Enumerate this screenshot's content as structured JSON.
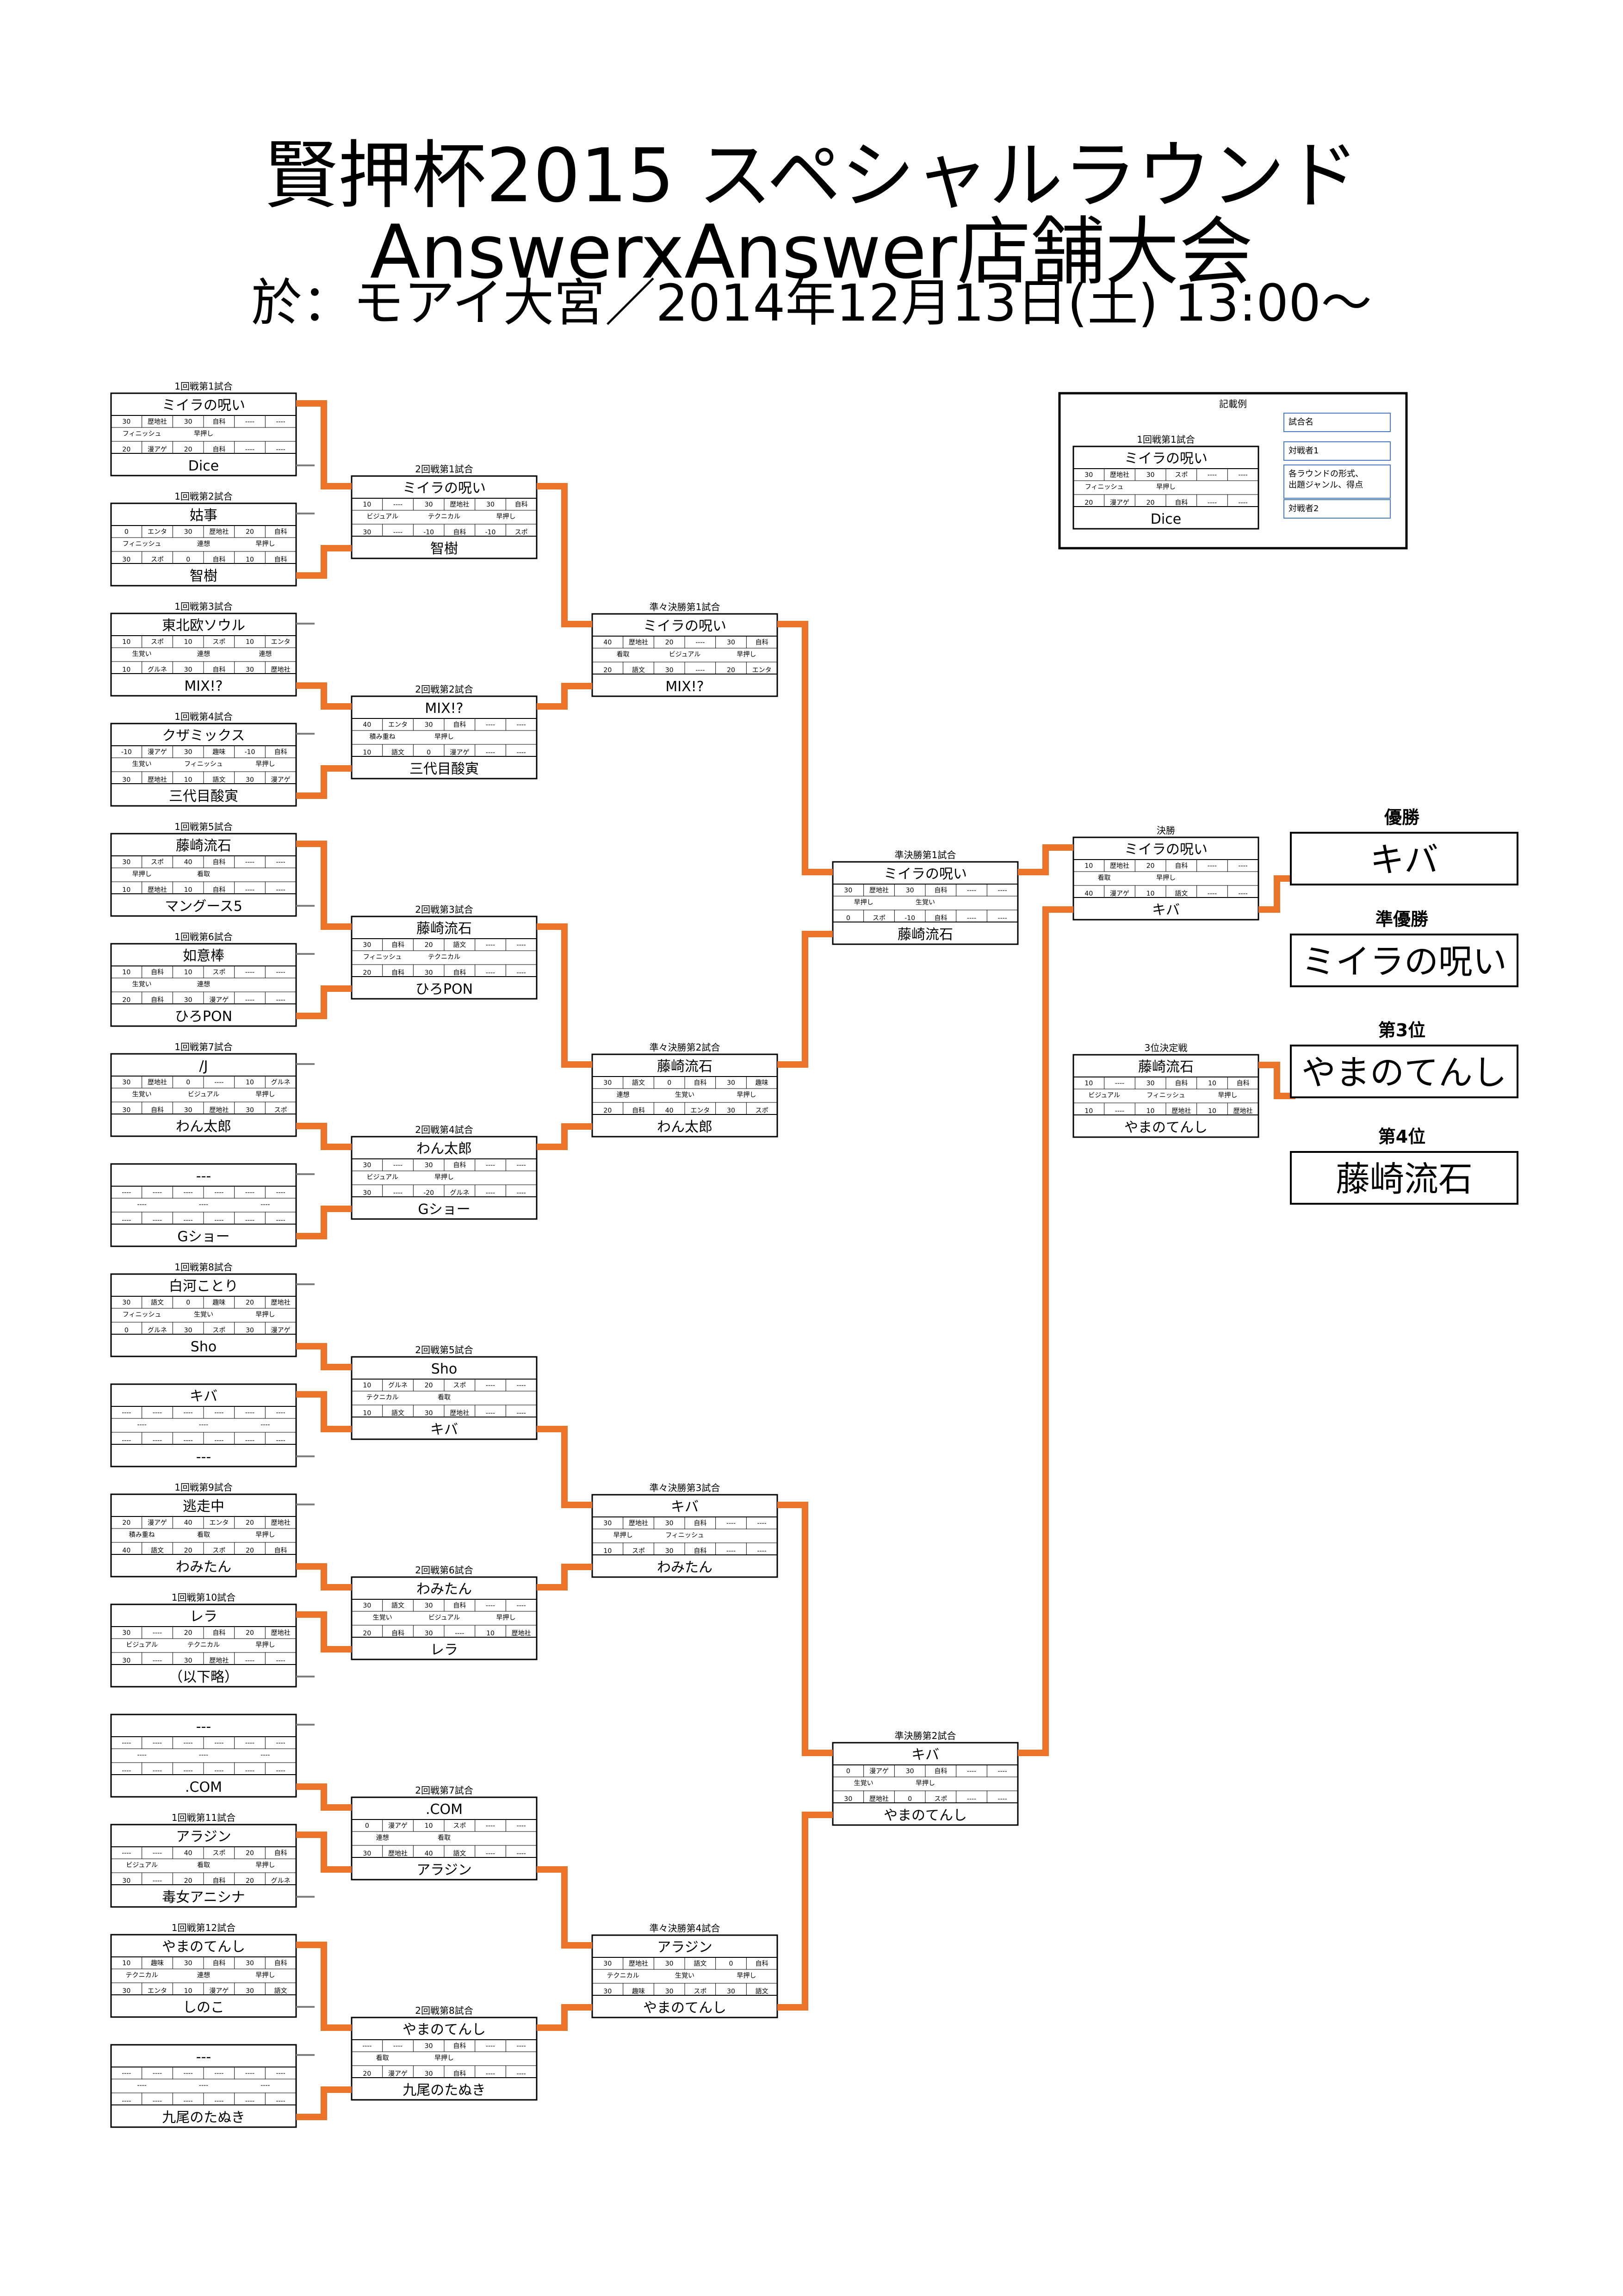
{
  "header": {
    "title_line1": "賢押杯2015 スペシャルラウンド",
    "title_line2": "AnswerxAnswer店舗大会",
    "title_line3": "於：モアイ大宮／2014年12月13日(土) 13:00〜"
  },
  "colors": {
    "winner_line": "#ec7429",
    "loser_line": "#7f7f7f",
    "box_border": "#000000"
  },
  "round1": [
    {
      "label": "1回戦第1試合",
      "top": "ミイラの呪い",
      "bottom": "Dice",
      "winner": 0,
      "r1": [
        "30",
        "歴地社",
        "30",
        "自科",
        "----",
        "----"
      ],
      "r2": [
        "フィニッシュ",
        "",
        "早押し",
        "",
        ""
      ],
      "r3": [
        "20",
        "漫アゲ",
        "20",
        "自科",
        "----",
        "----"
      ]
    },
    {
      "label": "1回戦第2試合",
      "top": "姑事",
      "bottom": "智樹",
      "winner": 1,
      "r1": [
        "0",
        "エンタ",
        "30",
        "歴地社",
        "20",
        "自科"
      ],
      "r2": [
        "フィニッシュ",
        "",
        "連想",
        "",
        "早押し"
      ],
      "r3": [
        "30",
        "スポ",
        "0",
        "自科",
        "10",
        "自科"
      ]
    },
    {
      "label": "1回戦第3試合",
      "top": "東北欧ソウル",
      "bottom": "MIX!?",
      "winner": 1,
      "r1": [
        "10",
        "スポ",
        "10",
        "スポ",
        "10",
        "エンタ"
      ],
      "r2": [
        "生覚い",
        "",
        "連想",
        "",
        "連想"
      ],
      "r3": [
        "10",
        "グルネ",
        "30",
        "自科",
        "30",
        "歴地社"
      ]
    },
    {
      "label": "1回戦第4試合",
      "top": "クザミックス",
      "bottom": "三代目酸寅",
      "winner": 1,
      "r1": [
        "-10",
        "漫アゲ",
        "30",
        "趣味",
        "-10",
        "自科"
      ],
      "r2": [
        "生覚い",
        "",
        "フィニッシュ",
        "",
        "早押し"
      ],
      "r3": [
        "30",
        "歴地社",
        "10",
        "語文",
        "30",
        "漫アゲ"
      ]
    },
    {
      "label": "1回戦第5試合",
      "top": "藤崎流石",
      "bottom": "マングース5",
      "winner": 0,
      "r1": [
        "30",
        "スポ",
        "40",
        "自科",
        "----",
        "----"
      ],
      "r2": [
        "早押し",
        "",
        "看取",
        "",
        ""
      ],
      "r3": [
        "10",
        "歴地社",
        "10",
        "自科",
        "----",
        "----"
      ]
    },
    {
      "label": "1回戦第6試合",
      "top": "如意棒",
      "bottom": "ひろPON",
      "winner": 1,
      "r1": [
        "10",
        "自科",
        "10",
        "スポ",
        "----",
        "----"
      ],
      "r2": [
        "生覚い",
        "",
        "連想",
        "",
        ""
      ],
      "r3": [
        "20",
        "自科",
        "30",
        "漫アゲ",
        "----",
        "----"
      ]
    },
    {
      "label": "1回戦第7試合",
      "top": "/J",
      "bottom": "わん太郎",
      "winner": 1,
      "r1": [
        "30",
        "歴地社",
        "0",
        "----",
        "10",
        "グルネ"
      ],
      "r2": [
        "生覚い",
        "",
        "ビジュアル",
        "",
        "早押し"
      ],
      "r3": [
        "30",
        "自科",
        "30",
        "歴地社",
        "30",
        "スポ"
      ]
    },
    {
      "label": "",
      "top": "---",
      "bottom": "Gショー",
      "winner": 1,
      "r1": [
        "----",
        "----",
        "----",
        "----",
        "----",
        "----"
      ],
      "r2": [
        "----",
        "",
        "----",
        "",
        "----"
      ],
      "r3": [
        "----",
        "----",
        "----",
        "----",
        "----",
        "----"
      ]
    },
    {
      "label": "1回戦第8試合",
      "top": "白河ことり",
      "bottom": "Sho",
      "winner": 1,
      "r1": [
        "30",
        "語文",
        "0",
        "趣味",
        "20",
        "歴地社"
      ],
      "r2": [
        "フィニッシュ",
        "",
        "生覚い",
        "",
        "早押し"
      ],
      "r3": [
        "0",
        "グルネ",
        "30",
        "スポ",
        "30",
        "漫アゲ"
      ]
    },
    {
      "label": "",
      "top": "キバ",
      "bottom": "---",
      "winner": 0,
      "r1": [
        "----",
        "----",
        "----",
        "----",
        "----",
        "----"
      ],
      "r2": [
        "----",
        "",
        "----",
        "",
        "----"
      ],
      "r3": [
        "----",
        "----",
        "----",
        "----",
        "----",
        "----"
      ]
    },
    {
      "label": "1回戦第9試合",
      "top": "逃走中",
      "bottom": "わみたん",
      "winner": 1,
      "r1": [
        "20",
        "漫アゲ",
        "40",
        "エンタ",
        "20",
        "歴地社"
      ],
      "r2": [
        "積み重ね",
        "",
        "看取",
        "",
        "早押し"
      ],
      "r3": [
        "40",
        "語文",
        "20",
        "スポ",
        "20",
        "自科"
      ]
    },
    {
      "label": "1回戦第10試合",
      "top": "レラ",
      "bottom": "（以下略）",
      "winner": 0,
      "r1": [
        "30",
        "----",
        "20",
        "自科",
        "20",
        "歴地社"
      ],
      "r2": [
        "ビジュアル",
        "",
        "テクニカル",
        "",
        "早押し"
      ],
      "r3": [
        "30",
        "----",
        "30",
        "歴地社",
        "----",
        "----"
      ]
    },
    {
      "label": "",
      "top": "---",
      "bottom": ".COM",
      "winner": 1,
      "r1": [
        "----",
        "----",
        "----",
        "----",
        "----",
        "----"
      ],
      "r2": [
        "----",
        "",
        "----",
        "",
        "----"
      ],
      "r3": [
        "----",
        "----",
        "----",
        "----",
        "----",
        "----"
      ]
    },
    {
      "label": "1回戦第11試合",
      "top": "アラジン",
      "bottom": "毒女アニシナ",
      "winner": 0,
      "r1": [
        "----",
        "----",
        "40",
        "スポ",
        "20",
        "自科"
      ],
      "r2": [
        "ビジュアル",
        "",
        "看取",
        "",
        "早押し"
      ],
      "r3": [
        "30",
        "----",
        "20",
        "自科",
        "20",
        "グルネ"
      ]
    },
    {
      "label": "1回戦第12試合",
      "top": "やまのてんし",
      "bottom": "しのこ",
      "winner": 0,
      "r1": [
        "10",
        "趣味",
        "30",
        "自科",
        "30",
        "自科"
      ],
      "r2": [
        "テクニカル",
        "",
        "連想",
        "",
        "早押し"
      ],
      "r3": [
        "30",
        "エンタ",
        "10",
        "漫アゲ",
        "30",
        "語文"
      ]
    },
    {
      "label": "",
      "top": "---",
      "bottom": "九尾のたぬき",
      "winner": 1,
      "r1": [
        "----",
        "----",
        "----",
        "----",
        "----",
        "----"
      ],
      "r2": [
        "----",
        "",
        "----",
        "",
        "----"
      ],
      "r3": [
        "----",
        "----",
        "----",
        "----",
        "----",
        "----"
      ]
    }
  ],
  "round2": [
    {
      "label": "2回戦第1試合",
      "top": "ミイラの呪い",
      "bottom": "智樹",
      "winner": 0,
      "r1": [
        "10",
        "----",
        "30",
        "歴地社",
        "30",
        "自科"
      ],
      "r2": [
        "ビジュアル",
        "",
        "テクニカル",
        "",
        "早押し"
      ],
      "r3": [
        "30",
        "----",
        "-10",
        "自科",
        "-10",
        "スポ"
      ]
    },
    {
      "label": "2回戦第2試合",
      "top": "MIX!?",
      "bottom": "三代目酸寅",
      "winner": 0,
      "r1": [
        "40",
        "エンタ",
        "30",
        "自科",
        "----",
        "----"
      ],
      "r2": [
        "積み重ね",
        "",
        "早押し",
        "",
        ""
      ],
      "r3": [
        "10",
        "語文",
        "0",
        "漫アゲ",
        "----",
        "----"
      ]
    },
    {
      "label": "2回戦第3試合",
      "top": "藤崎流石",
      "bottom": "ひろPON",
      "winner": 0,
      "r1": [
        "30",
        "自科",
        "20",
        "語文",
        "----",
        "----"
      ],
      "r2": [
        "フィニッシュ",
        "",
        "テクニカル",
        "",
        ""
      ],
      "r3": [
        "20",
        "自科",
        "30",
        "自科",
        "----",
        "----"
      ]
    },
    {
      "label": "2回戦第4試合",
      "top": "わん太郎",
      "bottom": "Gショー",
      "winner": 0,
      "r1": [
        "30",
        "----",
        "30",
        "自科",
        "----",
        "----"
      ],
      "r2": [
        "ビジュアル",
        "",
        "早押し",
        "",
        ""
      ],
      "r3": [
        "30",
        "----",
        "-20",
        "グルネ",
        "----",
        "----"
      ]
    },
    {
      "label": "2回戦第5試合",
      "top": "Sho",
      "bottom": "キバ",
      "winner": 1,
      "r1": [
        "10",
        "グルネ",
        "20",
        "スポ",
        "----",
        "----"
      ],
      "r2": [
        "テクニカル",
        "",
        "看取",
        "",
        ""
      ],
      "r3": [
        "10",
        "語文",
        "30",
        "歴地社",
        "----",
        "----"
      ]
    },
    {
      "label": "2回戦第6試合",
      "top": "わみたん",
      "bottom": "レラ",
      "winner": 0,
      "r1": [
        "30",
        "語文",
        "30",
        "自科",
        "----",
        "----"
      ],
      "r2": [
        "生覚い",
        "",
        "ビジュアル",
        "",
        "早押し"
      ],
      "r3": [
        "20",
        "自科",
        "30",
        "----",
        "10",
        "歴地社"
      ]
    },
    {
      "label": "2回戦第7試合",
      "top": ".COM",
      "bottom": "アラジン",
      "winner": 1,
      "r1": [
        "0",
        "漫アゲ",
        "10",
        "スポ",
        "----",
        "----"
      ],
      "r2": [
        "連想",
        "",
        "看取",
        "",
        ""
      ],
      "r3": [
        "30",
        "歴地社",
        "40",
        "語文",
        "----",
        "----"
      ]
    },
    {
      "label": "2回戦第8試合",
      "top": "やまのてんし",
      "bottom": "九尾のたぬき",
      "winner": 0,
      "r1": [
        "----",
        "----",
        "30",
        "自科",
        "----",
        "----"
      ],
      "r2": [
        "看取",
        "",
        "早押し",
        "",
        ""
      ],
      "r3": [
        "20",
        "漫アゲ",
        "30",
        "自科",
        "----",
        "----"
      ]
    }
  ],
  "round3": [
    {
      "label": "準々決勝第1試合",
      "top": "ミイラの呪い",
      "bottom": "MIX!?",
      "winner": 0,
      "r1": [
        "40",
        "歴地社",
        "20",
        "----",
        "30",
        "自科"
      ],
      "r2": [
        "看取",
        "",
        "ビジュアル",
        "",
        "早押し"
      ],
      "r3": [
        "20",
        "語文",
        "30",
        "----",
        "20",
        "エンタ"
      ]
    },
    {
      "label": "準々決勝第2試合",
      "top": "藤崎流石",
      "bottom": "わん太郎",
      "winner": 0,
      "r1": [
        "30",
        "語文",
        "0",
        "自科",
        "30",
        "趣味"
      ],
      "r2": [
        "連想",
        "",
        "生覚い",
        "",
        "早押し"
      ],
      "r3": [
        "20",
        "自科",
        "40",
        "エンタ",
        "30",
        "スポ"
      ]
    },
    {
      "label": "準々決勝第3試合",
      "top": "キバ",
      "bottom": "わみたん",
      "winner": 0,
      "r1": [
        "30",
        "歴地社",
        "30",
        "自科",
        "----",
        "----"
      ],
      "r2": [
        "早押し",
        "",
        "フィニッシュ",
        "",
        ""
      ],
      "r3": [
        "10",
        "スポ",
        "30",
        "自科",
        "----",
        "----"
      ]
    },
    {
      "label": "準々決勝第4試合",
      "top": "アラジン",
      "bottom": "やまのてんし",
      "winner": 1,
      "r1": [
        "30",
        "歴地社",
        "30",
        "語文",
        "0",
        "自科"
      ],
      "r2": [
        "テクニカル",
        "",
        "生覚い",
        "",
        "早押し"
      ],
      "r3": [
        "30",
        "趣味",
        "30",
        "スポ",
        "30",
        "語文"
      ]
    }
  ],
  "semis": [
    {
      "label": "準決勝第1試合",
      "top": "ミイラの呪い",
      "bottom": "藤崎流石",
      "winner": 0,
      "r1": [
        "30",
        "歴地社",
        "30",
        "自科",
        "----",
        "----"
      ],
      "r2": [
        "早押し",
        "",
        "生覚い",
        "",
        ""
      ],
      "r3": [
        "0",
        "スポ",
        "-10",
        "自科",
        "----",
        "----"
      ]
    },
    {
      "label": "準決勝第2試合",
      "top": "キバ",
      "bottom": "やまのてんし",
      "winner": 0,
      "r1": [
        "0",
        "漫アゲ",
        "30",
        "自科",
        "----",
        "----"
      ],
      "r2": [
        "生覚い",
        "",
        "早押し",
        "",
        ""
      ],
      "r3": [
        "30",
        "歴地社",
        "0",
        "スポ",
        "----",
        "----"
      ]
    }
  ],
  "final": {
    "label": "決勝",
    "top": "ミイラの呪い",
    "bottom": "キバ",
    "winner": 1,
    "r1": [
      "10",
      "歴地社",
      "20",
      "自科",
      "----",
      "----"
    ],
    "r2": [
      "看取",
      "",
      "早押し",
      "",
      ""
    ],
    "r3": [
      "40",
      "漫アゲ",
      "10",
      "語文",
      "----",
      "----"
    ]
  },
  "third": {
    "label": "3位決定戦",
    "top": "藤崎流石",
    "bottom": "やまのてんし",
    "winner": 0,
    "r1": [
      "10",
      "----",
      "30",
      "自科",
      "10",
      "自科"
    ],
    "r2": [
      "ビジュアル",
      "",
      "フィニッシュ",
      "",
      "早押し"
    ],
    "r3": [
      "10",
      "----",
      "10",
      "歴地社",
      "10",
      "歴地社"
    ]
  },
  "results": [
    {
      "label": "優勝",
      "name": "キバ"
    },
    {
      "label": "準優勝",
      "name": "ミイラの呪い"
    },
    {
      "label": "第3位",
      "name": "やまのてんし"
    },
    {
      "label": "第4位",
      "name": "藤崎流石"
    }
  ],
  "legend": {
    "title": "記載例",
    "match_label": "1回戦第1試合",
    "top": "ミイラの呪い",
    "bottom": "Dice",
    "r1": [
      "30",
      "歴地社",
      "30",
      "スポ",
      "----",
      "----"
    ],
    "r2": [
      "フィニッシュ",
      "",
      "早押し",
      "",
      ""
    ],
    "r3": [
      "20",
      "漫アゲ",
      "20",
      "自科",
      "----",
      "----"
    ],
    "notes": [
      "試合名",
      "対戦者1",
      "各ラウンドの形式、\n出題ジャンル、得点",
      "対戦者2"
    ]
  }
}
